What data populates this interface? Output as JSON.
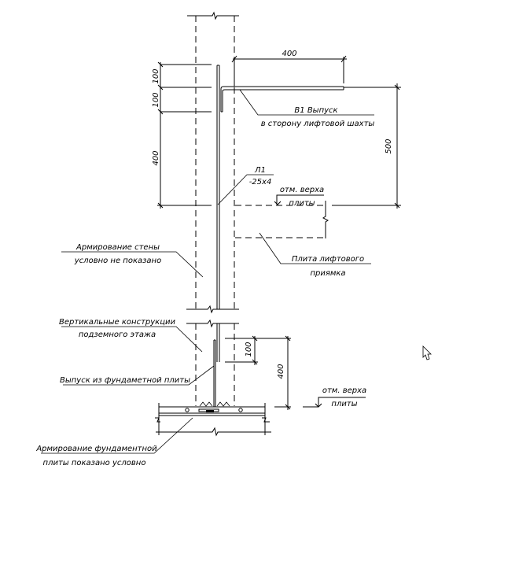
{
  "drawing": {
    "dimensions": {
      "top_horizontal": "400",
      "left_upper_1": "100",
      "left_upper_2": "100",
      "left_main": "400",
      "right_main": "500",
      "lower_small": "100",
      "lower_main": "400"
    },
    "labels": {
      "outlet_b1_line1": "В1 Выпуск",
      "outlet_b1_line2": "в сторону лифтовой шахты",
      "plate_mark_line1": "Л1",
      "plate_mark_line2": "-25х4",
      "slab_top_mark_upper_line1": "отм. верха",
      "slab_top_mark_upper_line2": "плиты",
      "wall_reinforcement_line1": "Армирование стены",
      "wall_reinforcement_line2": "условно не показано",
      "pit_slab_line1": "Плита лифтового",
      "pit_slab_line2": "приямка",
      "vertical_structures_line1": "Вертикальные конструкции",
      "vertical_structures_line2": "подземного этажа",
      "foundation_outlet": "Выпуск из фундаметной плиты",
      "slab_top_mark_lower_line1": "отм. верха",
      "slab_top_mark_lower_line2": "плиты",
      "foundation_reinforcement_line1": "Армирование фундаментной",
      "foundation_reinforcement_line2": "плиты показано условно"
    }
  }
}
